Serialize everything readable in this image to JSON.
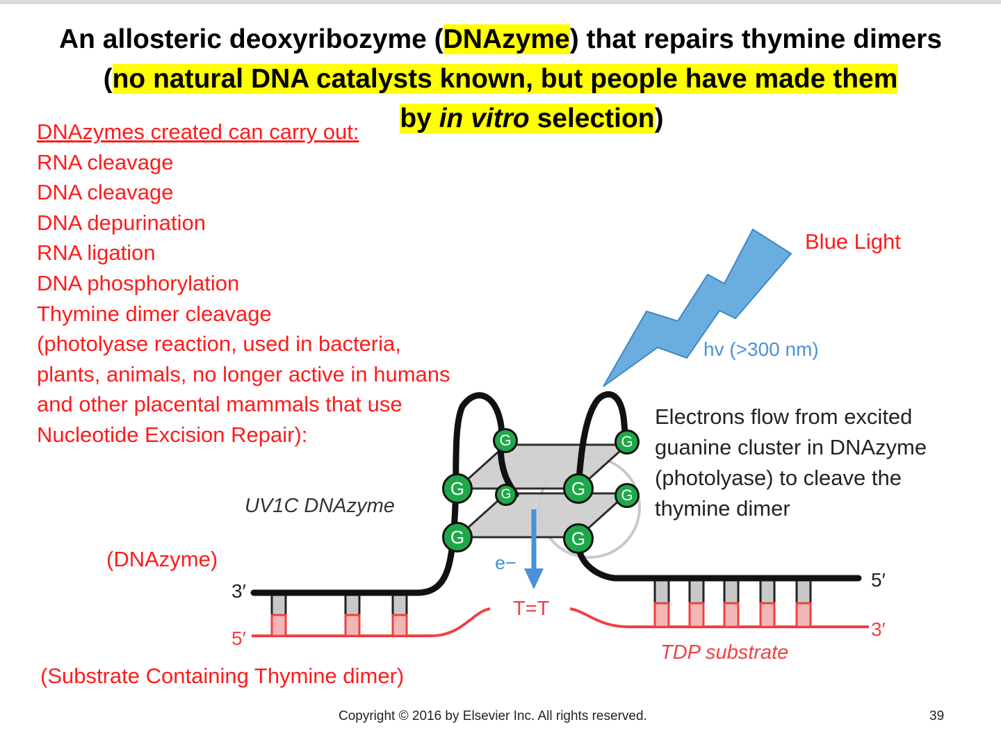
{
  "title": {
    "line1_pre": "An allosteric deoxyribozyme (",
    "line1_hl": "DNAzyme",
    "line1_post": ") that repairs thymine dimers",
    "line2_pre": "(",
    "line2_hl": "no natural DNA catalysts known, but people have made them",
    "line3_hl_a": "by ",
    "line3_hl_italic": "in vitro",
    "line3_hl_b": " selection",
    "line3_post": ")"
  },
  "activities": {
    "heading": "DNAzymes created can carry out:",
    "items": [
      "RNA cleavage",
      "DNA cleavage",
      "DNA depurination",
      "RNA ligation",
      "DNA phosphorylation",
      "Thymine dimer cleavage",
      "(photolyase reaction, used in bacteria,",
      "plants, animals, no longer active in humans",
      "and other placental mammals that use",
      "Nucleotide Excision Repair):"
    ]
  },
  "diagram": {
    "light_label": "Blue Light",
    "wavelength_label": "hv (>300 nm)",
    "enzyme_label": "UV1C DNAzyme",
    "dnazyme_label": "(DNAzyme)",
    "substrate_label": "(Substrate Containing Thymine dimer)",
    "tdp_label": "TDP substrate",
    "dimer_label": "T=T",
    "electron_label": "e−",
    "guanine_label": "G",
    "end_3prime_left": "3′",
    "end_5prime_left": "5′",
    "end_5prime_right": "5′",
    "end_3prime_right": "3′",
    "explanation": [
      "Electrons flow from excited",
      "guanine cluster in DNAzyme",
      "(photolyase) to cleave the",
      "thymine dimer"
    ],
    "colors": {
      "light": "#5aa0d8",
      "guanine": "#1fa84a",
      "substrate": "#f04040",
      "text_red": "#ff1a1a"
    }
  },
  "footer": {
    "copyright": "Copyright © 2016 by Elsevier Inc. All rights reserved.",
    "page_number": "39"
  }
}
